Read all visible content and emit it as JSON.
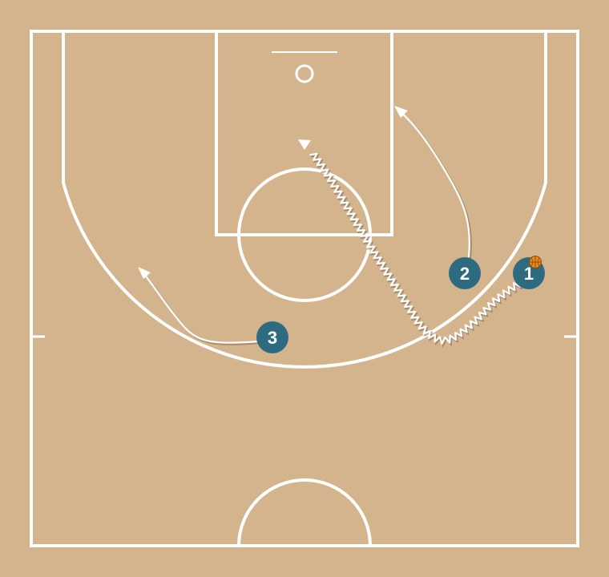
{
  "court": {
    "background_color": "#d4b48c",
    "line_color": "#ffffff"
  },
  "players": [
    {
      "id": "player-1",
      "label": "1",
      "color": "#2e6b80",
      "has_ball": true
    },
    {
      "id": "player-2",
      "label": "2",
      "color": "#2e6b80",
      "has_ball": false
    },
    {
      "id": "player-3",
      "label": "3",
      "color": "#2e6b80",
      "has_ball": false
    }
  ],
  "actions": [
    {
      "player": "1",
      "type": "dribble"
    },
    {
      "player": "2",
      "type": "cut"
    },
    {
      "player": "3",
      "type": "cut"
    }
  ],
  "ball": {
    "icon": "basketball-icon",
    "color": "#e8891e"
  }
}
